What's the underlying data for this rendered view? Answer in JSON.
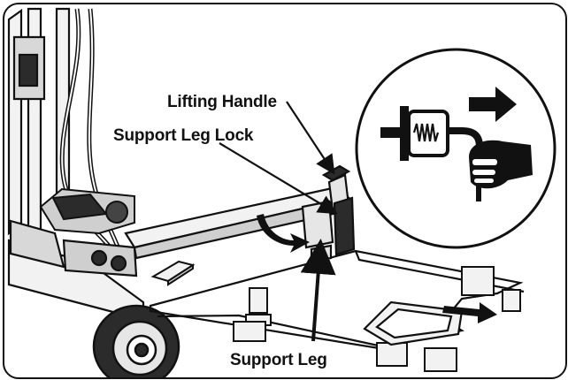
{
  "labels": {
    "lifting_handle": "Lifting Handle",
    "support_leg_lock": "Support Leg Lock",
    "support_leg": "Support Leg"
  },
  "icons": {
    "inset": "pull-pin-instruction-icon",
    "direction_arrow": "right-arrow-icon",
    "hand": "hand-grip-icon",
    "spring_pin": "spring-pin-icon",
    "rotate_arrow": "rotate-arrow-icon",
    "slide_arrow": "slide-arrow-icon"
  },
  "colors": {
    "line": "#111111",
    "fill_light": "#f2f2f2",
    "fill_mid": "#cfcfcf",
    "fill_dark": "#2b2b2b",
    "background": "#ffffff"
  }
}
